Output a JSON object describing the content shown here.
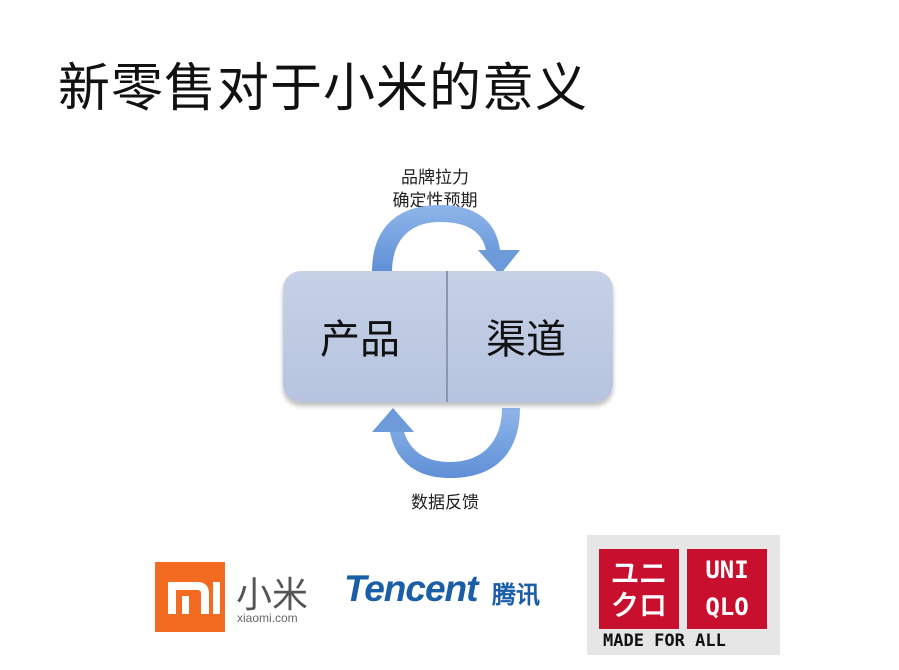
{
  "slide": {
    "title": "新零售对于小米的意义"
  },
  "diagram": {
    "top_label_line1": "品牌拉力",
    "top_label_line2": "确定性预期",
    "left_box": "产品",
    "right_box": "渠道",
    "bottom_label": "数据反馈",
    "arrow_color": "#7aa6e0"
  },
  "logos": {
    "xiaomi_mark": "mi",
    "xiaomi_name": "小米",
    "xiaomi_domain": "xiaomi.com",
    "tencent_en": "Tencent",
    "tencent_cn": "腾讯",
    "uniqlo_en_line1": "UNI",
    "uniqlo_en_line2": "QLO",
    "uniqlo_kata_line1": "ユニ",
    "uniqlo_kata_line2": "クロ",
    "uniqlo_tagline": "MADE FOR ALL"
  }
}
